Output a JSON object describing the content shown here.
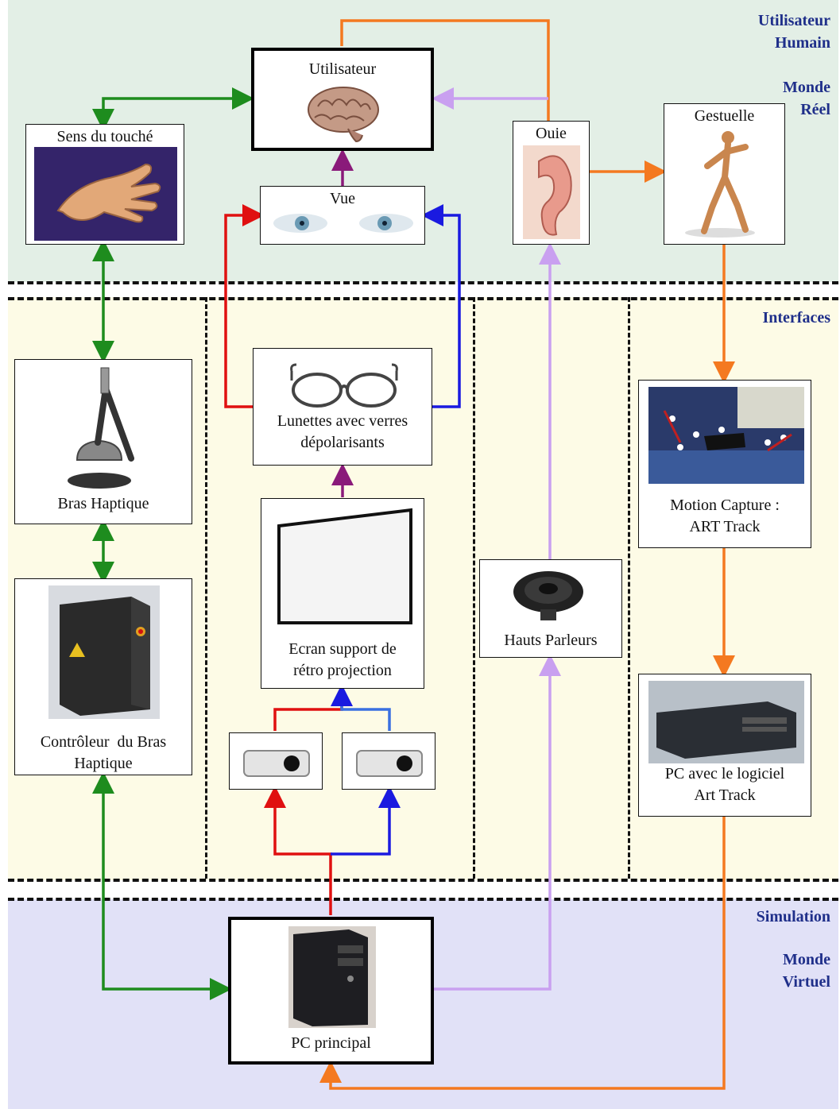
{
  "zones": {
    "human_label": "Utilisateur\nHumain",
    "real_label": "Monde\nRéel",
    "interfaces_label": "Interfaces",
    "simulation_label": "Simulation",
    "virtual_label": "Monde\nVirtuel"
  },
  "nodes": {
    "utilisateur": "Utilisateur",
    "touche": "Sens du touché",
    "vue": "Vue",
    "ouie": "Ouie",
    "gestuelle": "Gestuelle",
    "lunettes": "Lunettes avec verres\ndépolarisants",
    "ecran": "Ecran support de\nrétro projection",
    "bras": "Bras Haptique",
    "controleur": "Contrôleur  du Bras\nHaptique",
    "hp": "Hauts Parleurs",
    "mocap": "Motion Capture :\nART Track",
    "pcart": "PC avec le logiciel\nArt Track",
    "pcmain": "PC principal"
  },
  "colors": {
    "haptic": "#1e8c1e",
    "audio": "#c9a0f0",
    "motion": "#f47920",
    "left_eye": "#e01010",
    "right_eye": "#1a1ae0",
    "zone_real": "#e3efe6",
    "zone_interfaces": "#fdfbe6",
    "zone_virtual": "#e1e1f7",
    "label": "#1f2f8a"
  }
}
